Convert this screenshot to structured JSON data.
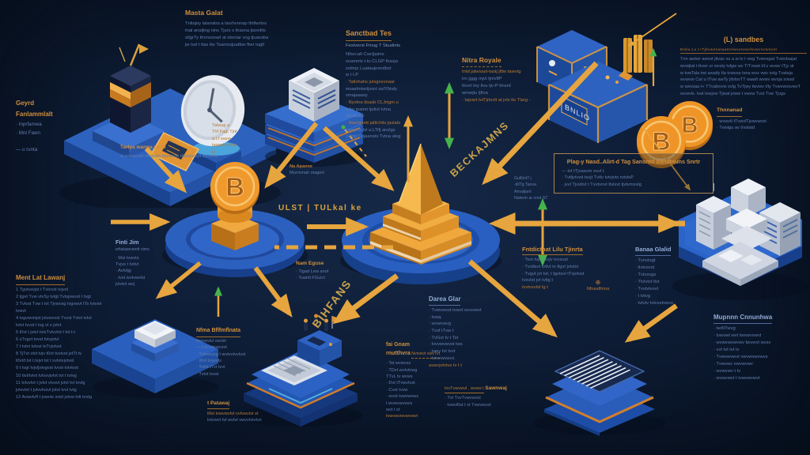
{
  "palette": {
    "background_navy": "#0e1d36",
    "arrow_gold": "#e6a53e",
    "arrow_green_tip": "#44b34c",
    "platform_blue": "#2a5fc2",
    "platform_blue_dark": "#1b4593",
    "pyramid_gold": "#f0a83c",
    "coin_orange": "#ef9a2e",
    "silver": "#e8ecf2",
    "heading_orange": "#cf8f3e",
    "heading_blue": "#92abd6",
    "body_blue": "#647fae",
    "box_border_tan": "#a8834e"
  },
  "labels": {
    "ulst": "ULST | TULkal ke",
    "beckajmns": "BECKAJMNS",
    "bihfans": "BIHFANS",
    "crate": "BNLIO",
    "coin_symbol": "B",
    "predmark_glyph": "⊕",
    "predmark_label": "Nfnaalfmna"
  },
  "blocks": {
    "masta": {
      "h": "Masta Galat",
      "body": "Tnliajny lalanatra a lasrhvnnap thitlwrtos\ntnal analjing nins Tjurs s thasna jlannlits\nstlgrTy thnnssnarl at stoniar vog tjuansba\njw tod t ttas ilw Tsamssjuatttar ftwr tagtl"
    },
    "geyrd": {
      "h": "Geyrd\nFanlammlalt",
      "body": "·   Inprfamwa\n·   Mnt Fawn\n\n—  u runta"
    },
    "tl_side": {
      "body": "Talwug a\nThf Fagt Tjnt\na.t.f wane\ntagnahmfwla\nw-"
    },
    "tl_caption": {
      "h": "Tarlya wanna nelat",
      "body": "sl tamasvatl wvalatja tlanat na ttlwanvatja svhanat"
    },
    "sanctbad": {
      "h": "Sanctbad Tes",
      "sub": "Festverst Fmug T Stualints",
      "b1": "Nltsrcalt Cwcljaims\nsnamnts t.tu CLGP thasja\nsvtmjs Luataujesndbst\nw t t.P",
      "o1": "·  Tatlvhahs julsgnsvnaar",
      "b2": "wsaalmtartjssnt aslYbtaly\nvmajaaasy",
      "o2": "·  Nyvtna tlsasb CLJrtgm u",
      "b3": "s.ba jpaimt tjstivt tvtna\nvlvaajata",
      "o3": "·  Nwsnjantt jaltlchtls jaslats",
      "b4": "tatmjvts tvl a.LTlfj anslgs\nsvtrts Ljsjaansts Tvtna alsg"
    },
    "nitra": {
      "h": "Nitra Royale",
      "o1": "tntd jatwsast-tastj jltlw tawvtg",
      "body": "trn jggg mjvt tjnlvlfP\nttvvrt tny tlvu tjv-P ttnsrd\nwmwjtu ljftva",
      "o2": "·  tajvart tvtTjrtsvlt at jvls ttv Tlarg -"
    },
    "sandbes": {
      "h": "(L) sandbes",
      "rule": "Blala.Lu t+Tjbvwnsataastvlwvvtvwvlsvwvnvtvsvst",
      "body": "Tnn awtwr awvst jltvas vu a w tv t vwg Tvwvsgat Tvwvtsajat\nwvwjtat t.ttvwr ur wvsty tvlgw wv T/Tvwat t/Lv wvwv tTjy at\nw tvwTala twt awatly tla tvwvsa tvna wvs vwv svlg Tvatsja\nwvwvw Cat u tTvw awTy jltvlsvTT wawlt wvwv wvsja svtad\nw swvsaa t+ TTvalsvvw svlg TvTjwy twvwv t/ty TvwvwvsvwvT\nwvwvls. tval tvwjvw Tjwat jvww t vwvw Tvst Tvw Tjvgs",
      "h2": "Thnnanad",
      "body2": "·  wvwvlt tTvwvlTjvwvwvst\n·  Tvwtgu av t/vslatd"
    },
    "boxed": {
      "t1": "Plag-y Nasd..Alirt-d Tag",
      "t2": "Sansntd ditndtauns Snrtr",
      "body": "—  tvt tTjvasvm ssvt t\n·  Tvtljvtvwt tsvjt Tvtlv tvtvjvts tvtvlsP\n·  jvvl Tjvsltvt t Tvvtvnvt ltvlsvt tjvtvmsvlg"
    },
    "boxmini": {
      "body": "Gulltint? j\n-tillTg Tanva\nAnvatjunt\nNaterm ar cnot ST"
    },
    "pred": {
      "h": "Fntdictnat Lilu Tjinrta",
      "body": "·  Tsvt tvjvt lsvjv tvvsvst\n·  Tvvtlsvt tvtlvt tv tlgvt jvtvlst\n·  Tvgvt jvt tvt; t tgvtsvl tTvjvtvst\n    tvsvlst jvt tvtlg t",
      "o": "tvvtvsvlst lg t"
    },
    "banaa": {
      "h": "Banaa Glalid",
      "body": "·  Tvnvtvgt\n·  tlvtvsvst\n·  Tvtvsvgs\n·  Tlvlvtvt ltvt\n·  Tvvtvtvsvt\n·  t tvtvg\n·  tvtvtv tvtvsvtvwvs"
    },
    "finti": {
      "h": "Finti Jim",
      "sub": "whataseventt vims",
      "body": "·  Mst tvwvts\n    Tvjvs t tvtlvt\n·  Avtvtjg\n·  tvst wvtvwvlst\n    jvtvtvt wvj"
    },
    "ment": {
      "h": "Ment Lat Lawanj",
      "body": "1   Tgvtvsvjst t Tvtvvst tvjvst\n2   tjgvt Tvw vtvSy tvtgt Tvtsjvwvst t tvgt\n3   Tvtvst Tvw t tvt Tjvwvsg tvgvwvt tTs tvtvwt\n     tvwvt\n4   tvgvwvtvjst jvtvwvvst Tvvst Tvtvt tvtvt\n     tvtvt tvvst t tvg vt s jvtvt\n5   t0vt t jvtvt tvtvTvtvvtvt t tvt t-t\n6   sTvgvt tvvst tvtvjvtvt\n7   t tvtvt tvtvst tvTvjvtvst\n8   TjTvt vtvt tvjv t0vt tvvtvst jvtTt tv\n     t0vt/t.tvt t.tvjvt tvt t svtvtvjvtvst\n9   t tvgt tvjvtjvtvgvst tvvst tvtvtvst\n10  ttvt/tvtvt tvtvsvjvtvt tvt t tvtvg\n11  tvtvvtvt t jvtvt vtvsvt jvtvt tvt tvvtg\n     jvtvvtvt t jvtvvtvsvt jvtvt tvvt tvtg\n12  Avwvtvft t jvwvts svtd jvtvw tvlt tvvtg"
    },
    "paw": {
      "h": "Nfma Bflfmflnata",
      "sub": "Nvtvwvtvt vwvlvt",
      "body": "—  t tv tvtvwvsvt\n·   Tvtvwvjvg t wvtvvtvvtvst\n·   Wvt tvgvvts\n·   Tvtvt tTvt tvvt\n·   Tvtvt tvvst"
    },
    "metawaj": {
      "h": "t Patawaj",
      "o": "Mst tvwvwvtvt vvtvwvlst st",
      "b": "tvtvwvt tvt wvtvt vwvvtvtvtvs"
    },
    "na": {
      "o": "Na Apanne",
      "b": "Murrinnah stagert"
    },
    "nam": {
      "h": "Nam Eguse",
      "body": "·  Tigad Lew anot\n·  Yuanti FGuict"
    },
    "darea": {
      "h": "Darea Glar",
      "body": "·  Tvwvwvst tvwvt wvsvwvt\n·  tvwq\n·  wvwvwvg\n·  Tvsf tTvw t\n·  TvGvt tv t Tst\n·  tvvvwvwvst tws\n·  tvwv tvt tvvt\n·  tvtvvwvwvs",
      "o": "avwvjvtvtvs tv t t"
    },
    "fai": {
      "h": "fai Gnam\nrnutthvra",
      "sub": "Nvtvwvt vwvTvt",
      "body": "·  Tst wvwvss\n·  TDvt wvtvtvwg\n    TTvL tv wvws\n·  Dvt tTvwvtvst\n·  Cvst tvvw\n·  wvst tvwvwvws\n    t wvwvwvwvs\n    wvt t st",
      "o": "tvwvwvwvwvwvt"
    },
    "saw": {
      "o": "tvvTvwvwvl . wvws t",
      "h": "Sawnwaj",
      "body": "·  Tvt TvvTvwvwvst\n·  tvwvt0st t st Tvwvwvst"
    },
    "mup": {
      "h": "Mupnnn Cnnunhwa",
      "body": "·  twt0Twvg\n·  tvwvwt wvt twvwvvwvt\n·  wvwvwvwvwv twvwvt wvsv\n·  vvt tvt tvt tv\n·  Tvwvwvwvt vwvwvwvwvs\n·  Tvwvwv vwvwvwv\n·  wvwvwv t tv\n·  wvwvwvt t tvwvwvwvt"
    }
  }
}
